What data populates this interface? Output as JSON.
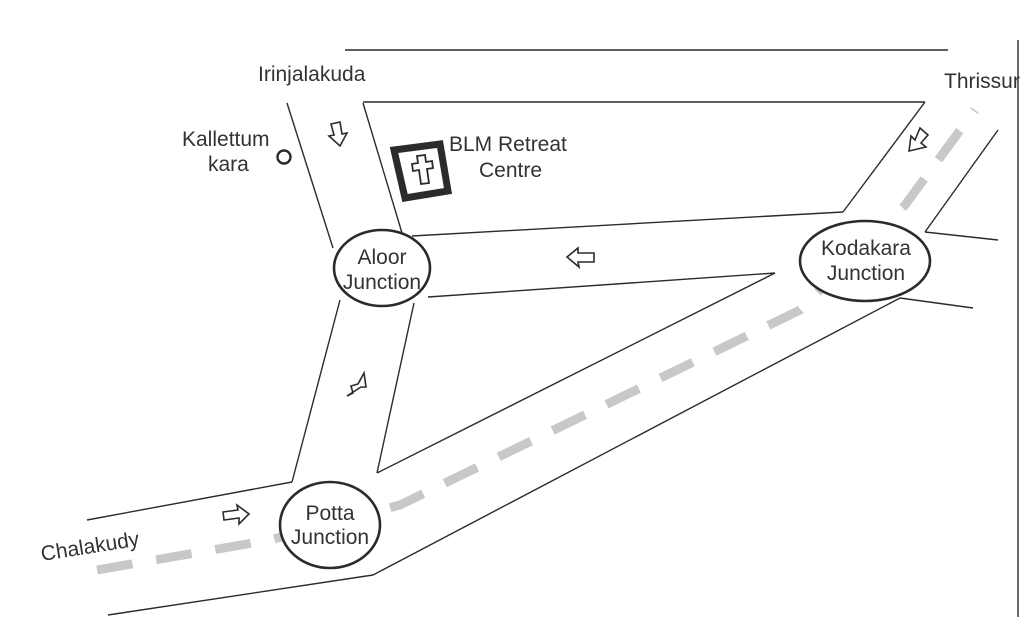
{
  "map": {
    "title": "Route map to BLM Retreat Centre",
    "places": {
      "irinjalakuda": "Irinjalakuda",
      "thrissur": "Thrissur",
      "chalakudy": "Chalakudy",
      "kallettumkara_line1": "Kallettum",
      "kallettumkara_line2": "kara"
    },
    "landmark": {
      "name_line1": "BLM Retreat",
      "name_line2": "Centre",
      "icon": "cross-icon"
    },
    "junctions": [
      {
        "id": "aloor",
        "line1": "Aloor",
        "line2": "Junction"
      },
      {
        "id": "kodakara",
        "line1": "Kodakara",
        "line2": "Junction"
      },
      {
        "id": "potta",
        "line1": "Potta",
        "line2": "Junction"
      }
    ],
    "direction_arrows": [
      {
        "road": "Irinjalakuda road",
        "direction": "south"
      },
      {
        "road": "Thrissur road",
        "direction": "south-west"
      },
      {
        "road": "Kodakara to Aloor road",
        "direction": "west"
      },
      {
        "road": "Potta to Aloor road",
        "direction": "north"
      },
      {
        "road": "Chalakudy road",
        "direction": "east"
      }
    ],
    "legend": {
      "railway": "dashed grey line",
      "roads": "double black lines"
    },
    "colors": {
      "road": "#2b2b2b",
      "railway": "#c8c8c8",
      "background": "#ffffff",
      "text": "#333333"
    }
  }
}
